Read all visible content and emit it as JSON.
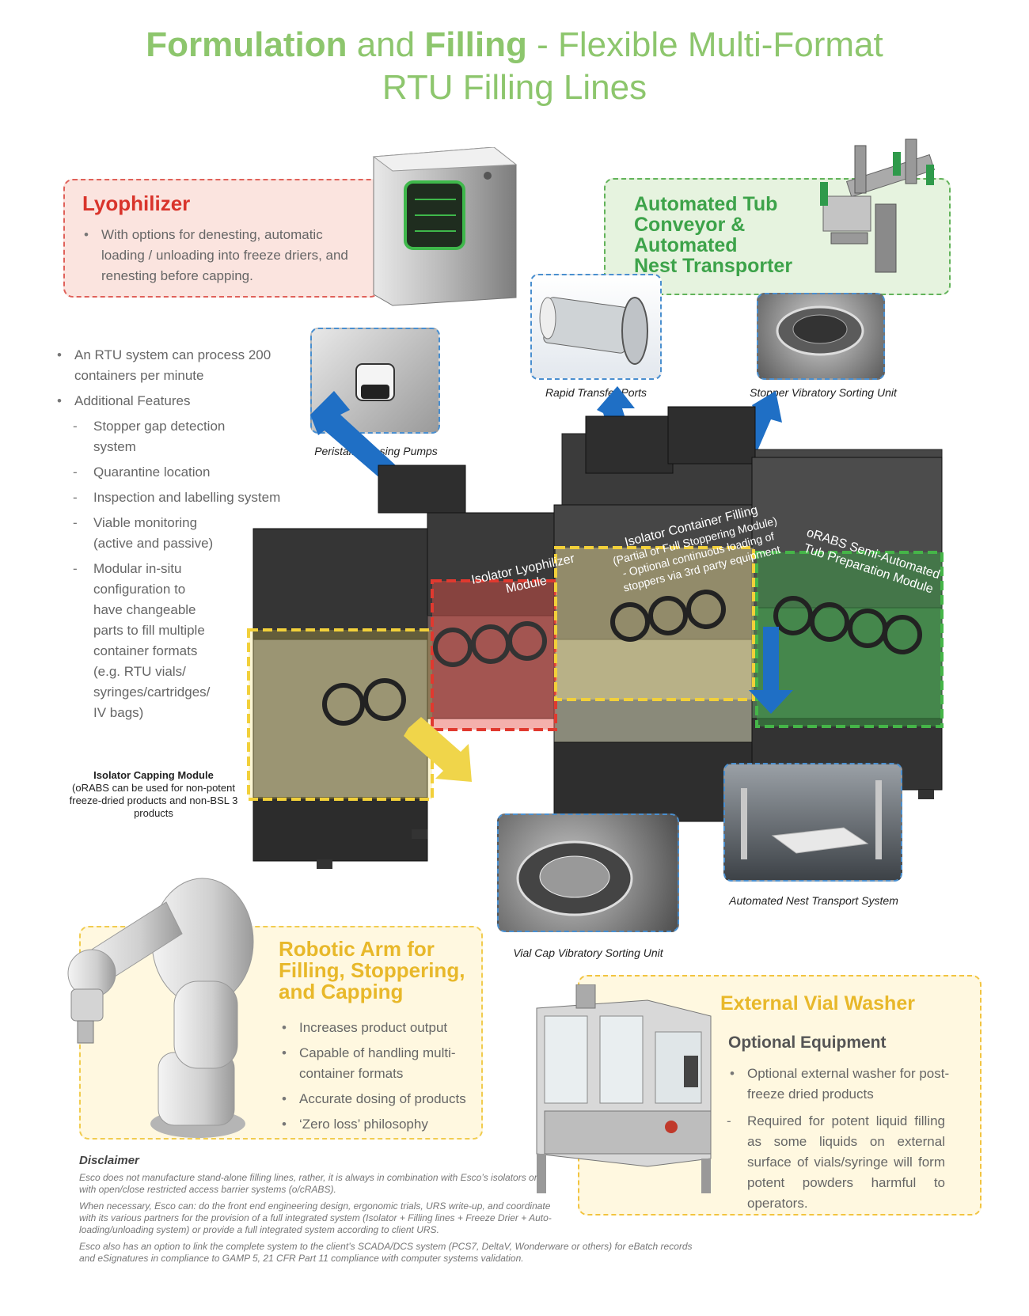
{
  "title": {
    "part1": "Formulation",
    "part2": " and ",
    "part3": "Filling",
    "part4": " - Flexible Multi-Format",
    "line2": "RTU Filling Lines"
  },
  "lyophilizer": {
    "heading": "Lyophilizer",
    "bullet": "With options for denesting, automatic loading / unloading into freeze driers, and renesting before capping."
  },
  "tub": {
    "line1": "Automated Tub",
    "line2": "Conveyor &",
    "line3": "Automated",
    "line4": "Nest Transporter"
  },
  "features": {
    "bullet1": "An RTU system can process 200 containers per minute",
    "bullet2": "Additional Features",
    "sub": [
      "Stopper gap detection system",
      "Quarantine location",
      "Inspection and labelling system",
      "Viable monitoring (active and passive)",
      "Modular in-situ configuration to have changeable parts to fill multiple container formats (e.g. RTU vials/ syringes/cartridges/ IV bags)"
    ]
  },
  "captions": {
    "peristaltic": "Peristaltic Dosing Pumps",
    "rtp": "Rapid Transfer Ports",
    "stopper": "Stopper Vibratory Sorting Unit",
    "nest": "Automated Nest Transport System",
    "vialcap": "Vial Cap Vibratory Sorting Unit"
  },
  "capping": {
    "title": "Isolator Capping Module",
    "desc": "(oRABS can be used for non-potent freeze-dried products and non-BSL 3 products"
  },
  "modules": {
    "lyo_line1": "Isolator Lyophilizer",
    "lyo_line2": "Module",
    "filling_line1": "Isolator Container Filling",
    "filling_line2": "(Partial or Full Stoppering Module)",
    "filling_line3": "- Optional continuous loading of",
    "filling_line4": "stoppers via 3rd party equipment",
    "orabs_line1": "oRABS Semi-Automated",
    "orabs_line2": "Tub Preparation Module"
  },
  "robot": {
    "line1": "Robotic Arm for",
    "line2": "Filling, Stoppering,",
    "line3": "and Capping",
    "bullets": [
      "Increases product output",
      "Capable of handling multi-container formats",
      "Accurate dosing of products",
      "‘Zero loss’ philosophy"
    ]
  },
  "washer": {
    "heading": "External Vial Washer",
    "subheading": "Optional Equipment",
    "bullet": "Optional external washer for post-freeze dried products",
    "sub": "Required for potent liquid filling as some liquids on external surface of vials/syringe will form potent powders harmful to operators."
  },
  "disclaimer": {
    "heading": "Disclaimer",
    "p1": "Esco does not manufacture stand-alone filling lines, rather, it is always in combination with Esco’s isolators or with open/close restricted access barrier systems (o/cRABS).",
    "p2": "When necessary, Esco can: do the front end engineering design, ergonomic trials, URS write-up, and coordinate with its various partners for the provision of a full integrated system (Isolator + Filling lines + Freeze Drier + Auto-loading/unloading system) or provide a full integrated system according to client URS.",
    "p3": "Esco also has an option to link the complete system to the client’s SCADA/DCS system (PCS7, DeltaV, Wonderware or others) for eBatch records and eSignatures in compliance to GAMP 5, 21 CFR Part 11 compliance with computer systems validation."
  },
  "colors": {
    "title_green": "#8dc66d",
    "red_heading": "#d9342b",
    "green_heading": "#3da34a",
    "yellow_heading": "#e8b82a",
    "arrow_blue": "#1f6fc5",
    "arrow_yellow": "#f0d54a"
  }
}
